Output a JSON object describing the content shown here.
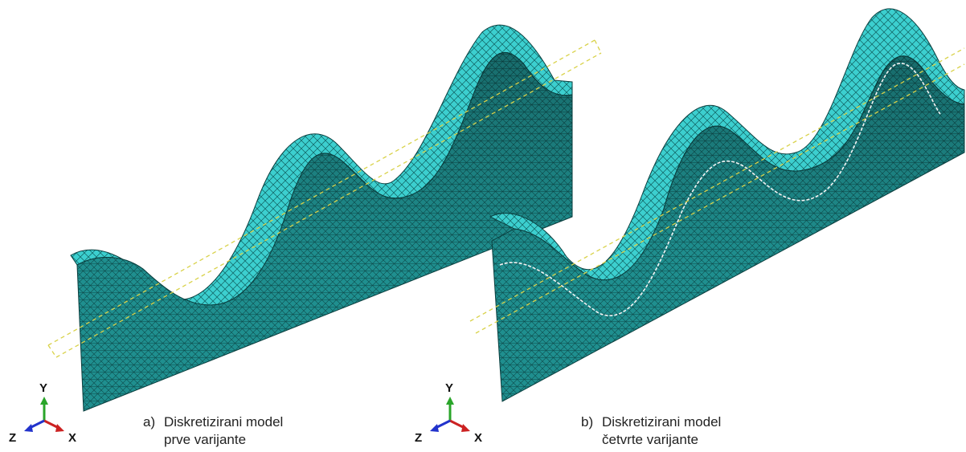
{
  "colors": {
    "mesh_fill": "#1f8f8f",
    "mesh_dark": "#0d4a4a",
    "mesh_top": "#44d8d8",
    "guide_line": "#d9d24a",
    "path_line": "#f4f4f4",
    "axis_x": "#cc2222",
    "axis_y": "#2aa52a",
    "axis_z": "#2233cc"
  },
  "models": [
    {
      "id": "a",
      "letter": "a)",
      "caption_line1": "Diskretizirani model",
      "caption_line2": "prve varijante",
      "axes": {
        "x": "X",
        "y": "Y",
        "z": "Z"
      }
    },
    {
      "id": "b",
      "letter": "b)",
      "caption_line1": "Diskretizirani model",
      "caption_line2": "četvrte varijante",
      "axes": {
        "x": "X",
        "y": "Y",
        "z": "Z"
      }
    }
  ]
}
